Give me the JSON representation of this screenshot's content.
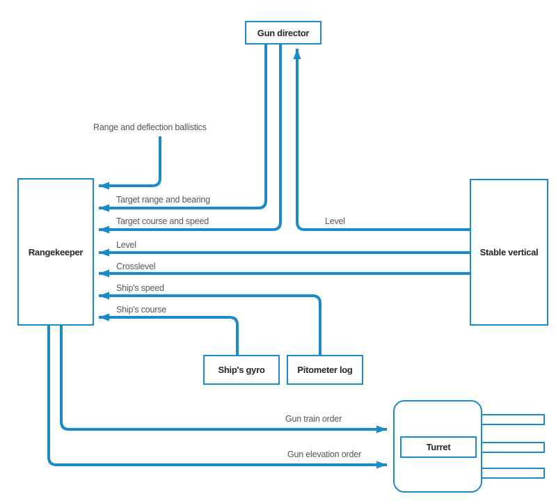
{
  "diagram": {
    "nodes": {
      "gun_director": {
        "label": "Gun director"
      },
      "rangekeeper": {
        "label": "Rangekeeper"
      },
      "stable_vertical": {
        "label": "Stable vertical"
      },
      "ships_gyro": {
        "label": "Ship's gyro"
      },
      "pitometer_log": {
        "label": "Pitometer log"
      },
      "turret": {
        "label": "Turret"
      }
    },
    "edge_labels": {
      "range_deflection_ballistics": "Range and deflection ballistics",
      "target_range_bearing": "Target range and bearing",
      "target_course_speed": "Target course and speed",
      "level_to_rangekeeper": "Level",
      "level_to_gun_director": "Level",
      "crosslevel": "Crosslevel",
      "ships_speed": "Ship's speed",
      "ships_course": "Ship's course",
      "gun_train_order": "Gun train order",
      "gun_elevation_order": "Gun elevation order"
    },
    "colors": {
      "line": "#1a8ac8",
      "node_border": "#1a8ac8",
      "node_text": "#262626",
      "label_text": "#55565a",
      "background": "#ffffff"
    }
  }
}
